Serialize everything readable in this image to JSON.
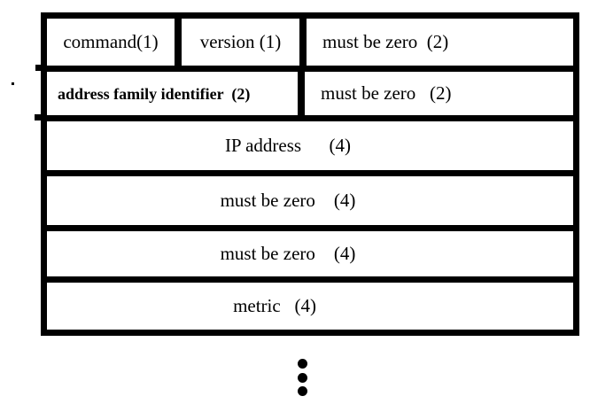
{
  "colors": {
    "line": "#000000",
    "background": "#ffffff"
  },
  "packet_diagram": {
    "rows": [
      {
        "fields": [
          "command(1)",
          "version (1)",
          "must be zero  (2)"
        ]
      },
      {
        "fields": [
          "address family identifier  (2)",
          "must be zero   (2)"
        ]
      },
      {
        "fields": [
          "IP address      (4)"
        ]
      },
      {
        "fields": [
          "must be zero    (4)"
        ]
      },
      {
        "fields": [
          "must be zero    (4)"
        ]
      },
      {
        "fields": [
          "metric   (4)"
        ]
      }
    ],
    "field_byte_sizes": [
      1,
      1,
      2,
      2,
      2,
      4,
      4,
      4,
      4
    ],
    "continuation": {
      "type": "vertical-ellipsis",
      "dot_count": 3
    }
  }
}
